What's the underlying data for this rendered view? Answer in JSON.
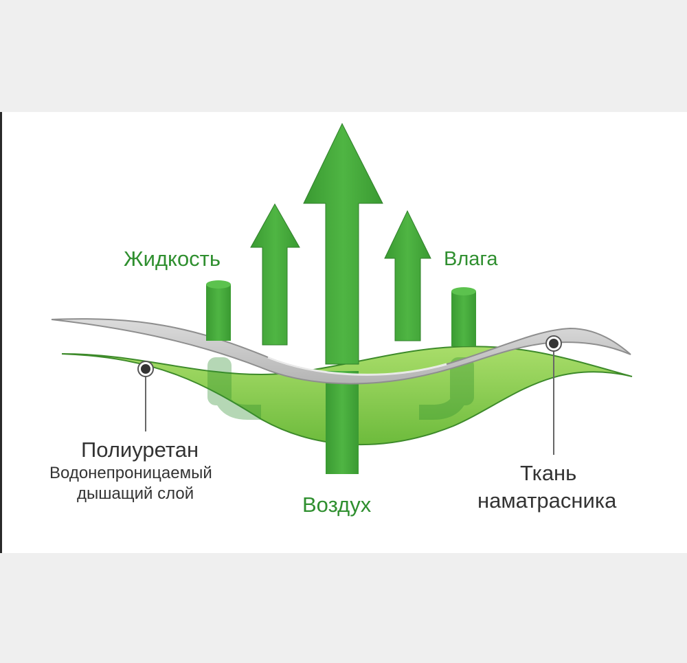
{
  "labels": {
    "liquid": "Жидкость",
    "moisture": "Влага",
    "air": "Воздух",
    "polyurethane": {
      "title": "Полиуретан",
      "line1": "Водонепроницаемый",
      "line2": "дышащий слой"
    },
    "fabric": {
      "line1": "Ткань",
      "line2": "наматрасника"
    }
  },
  "colors": {
    "arrow_green": "#46a83c",
    "layer_green": "#8ecf4f",
    "layer_gray": "#c8c8c8",
    "label_green": "#2f8f2f",
    "label_dark": "#333333"
  }
}
